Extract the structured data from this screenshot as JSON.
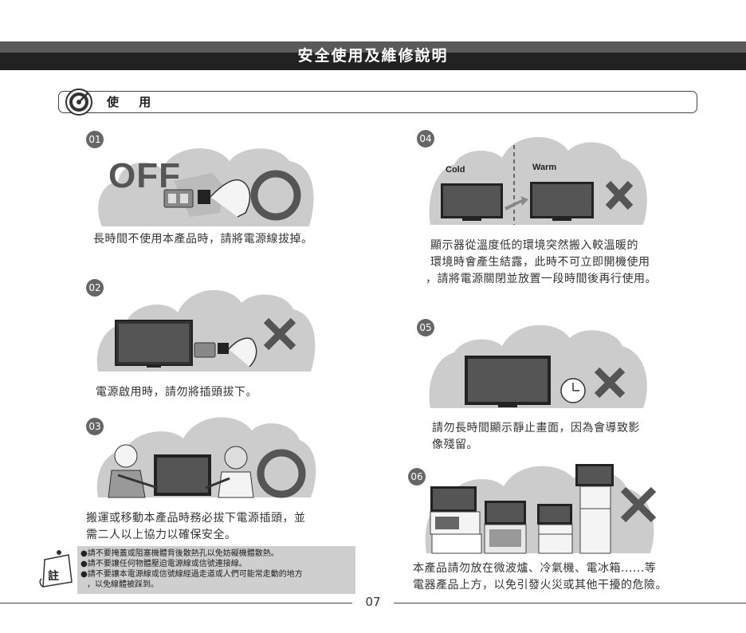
{
  "header": {
    "title": "安全使用及維修說明"
  },
  "section": {
    "label": "使 用",
    "icon": "target-icon"
  },
  "items": [
    {
      "num": "01",
      "caption_lines": [
        "長時間不使用本產品時，請將電源線拔掉。"
      ],
      "scene_text": "OFF",
      "mark": "circle-ok"
    },
    {
      "num": "02",
      "caption_lines": [
        "電源啟用時，請勿將插頭拔下。"
      ],
      "mark": "cross-no"
    },
    {
      "num": "03",
      "caption_lines": [
        "搬運或移動本產品時務必拔下電源插頭，並",
        "需二人以上協力以確保安全。"
      ],
      "mark": "circle-ok"
    },
    {
      "num": "04",
      "caption_lines": [
        "顯示器從溫度低的環境突然搬入較溫暖的",
        "環境時會產生結露，此時不可立即開機使用",
        "，請將電源關閉並放置一段時間後再行使用。"
      ],
      "label_cold": "Cold",
      "label_warm": "Warm",
      "mark": "cross-no"
    },
    {
      "num": "05",
      "caption_lines": [
        "請勿長時間顯示靜止畫面，因為會導致影",
        "像殘留。"
      ],
      "mark": "cross-no"
    },
    {
      "num": "06",
      "caption_lines": [
        "本產品請勿放在微波爐、冷氣機、電冰箱......等",
        "電器產品上方，以免引發火災或其他干擾的危險。"
      ],
      "mark": "cross-no"
    }
  ],
  "note": {
    "badge": "註",
    "lines": [
      "●請不要掩蓋或阻塞機體背後散熱孔以免妨礙機體散熱。",
      "●請不要讓任何物體壓迫電源線或信號連接線。",
      "●請不要讓本電源線或信號線經過走道或人們可能常走動的地方",
      "，以免線體被踩到。"
    ]
  },
  "footer": {
    "page": "07"
  },
  "colors": {
    "cloud": "#cccccc",
    "mark": "#555555",
    "header": "#2a2a2a"
  }
}
